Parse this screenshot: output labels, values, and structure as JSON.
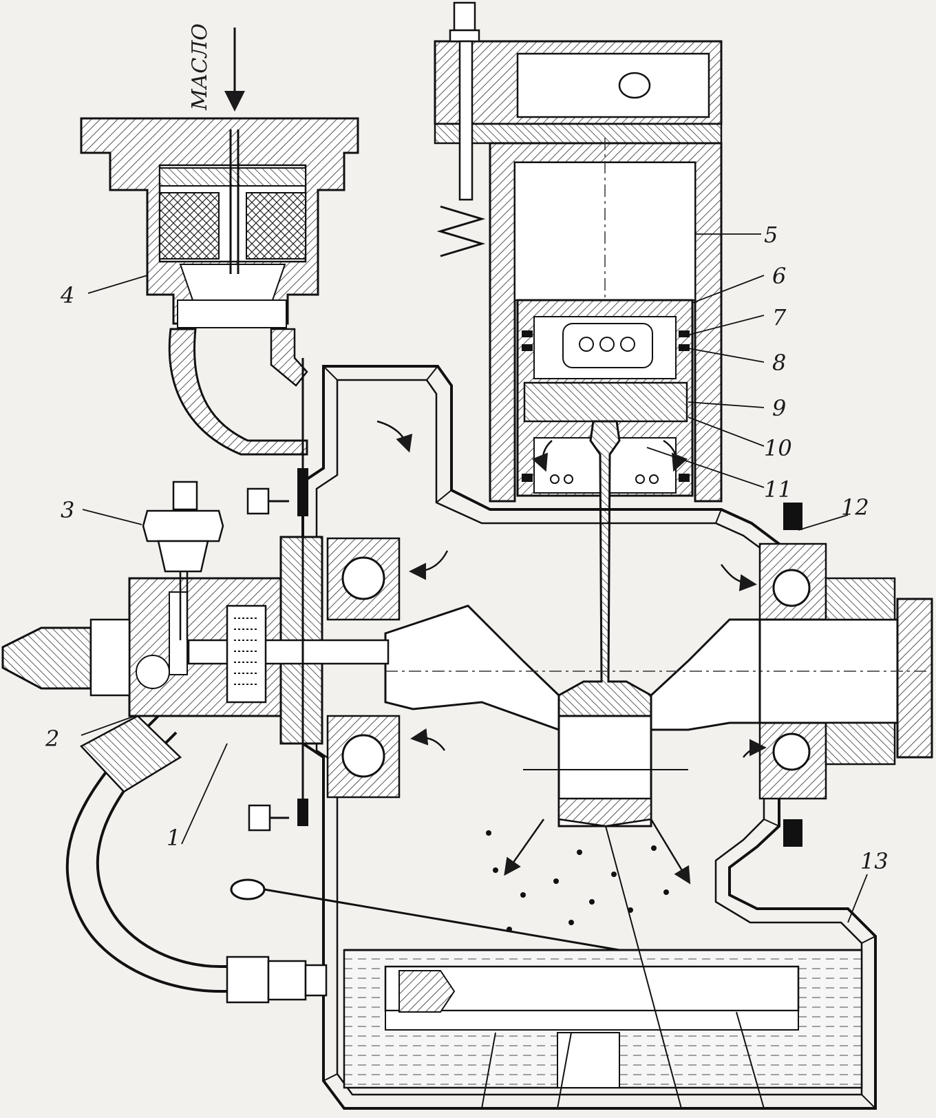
{
  "diagram": {
    "inlet_label": "МАСЛО",
    "callouts": [
      "1",
      "2",
      "3",
      "4",
      "5",
      "6",
      "7",
      "8",
      "9",
      "10",
      "11",
      "12",
      "13"
    ]
  }
}
